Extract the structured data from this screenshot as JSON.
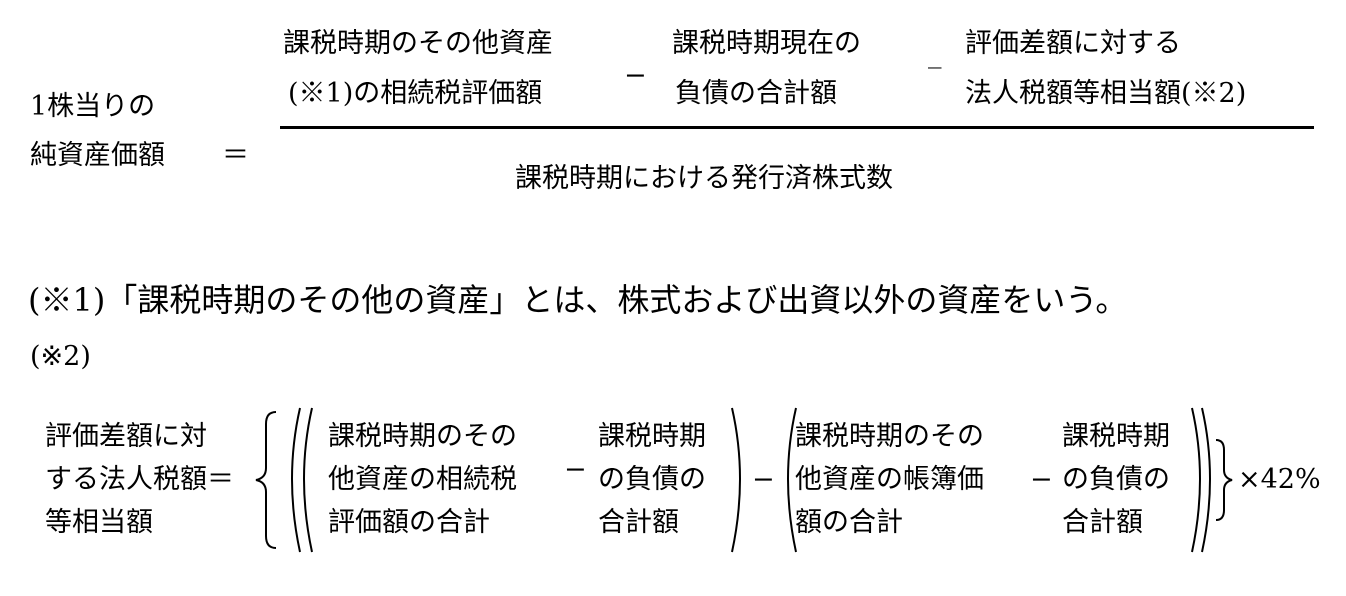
{
  "formula": {
    "lhs_line1": "1株当りの",
    "lhs_line2": "純資産価額",
    "equals": "＝",
    "numerator": {
      "term1_line1": "課税時期のその他資産",
      "term1_line2": "(※1)の相続税評価額",
      "minus1": "−",
      "term2_line1": "課税時期現在の",
      "term2_line2": "負債の合計額",
      "minus2": "_",
      "term3_line1": "評価差額に対する",
      "term3_line2": "法人税額等相当額(※2)"
    },
    "denominator": "課税時期における発行済株式数"
  },
  "notes": {
    "note1": "(※1)「課税時期のその他の資産」とは、株式および出資以外の資産をいう。",
    "note2_label": "(※2)"
  },
  "formula2": {
    "lhs": [
      "評価差額に対",
      "する法人税額＝",
      "等相当額"
    ],
    "group1_col1": [
      "課税時期のその",
      "他資産の相続税",
      "評価額の合計"
    ],
    "group1_minus": "−",
    "group1_col2": [
      "課税時期",
      "の負債の",
      "合計額"
    ],
    "between_minus": "−",
    "group2_col1": [
      "課税時期のその",
      "他資産の帳簿価",
      "額の合計"
    ],
    "group2_minus": "−",
    "group2_col2": [
      "課税時期",
      "の負債の",
      "合計額"
    ],
    "multiplier": "×42%"
  }
}
